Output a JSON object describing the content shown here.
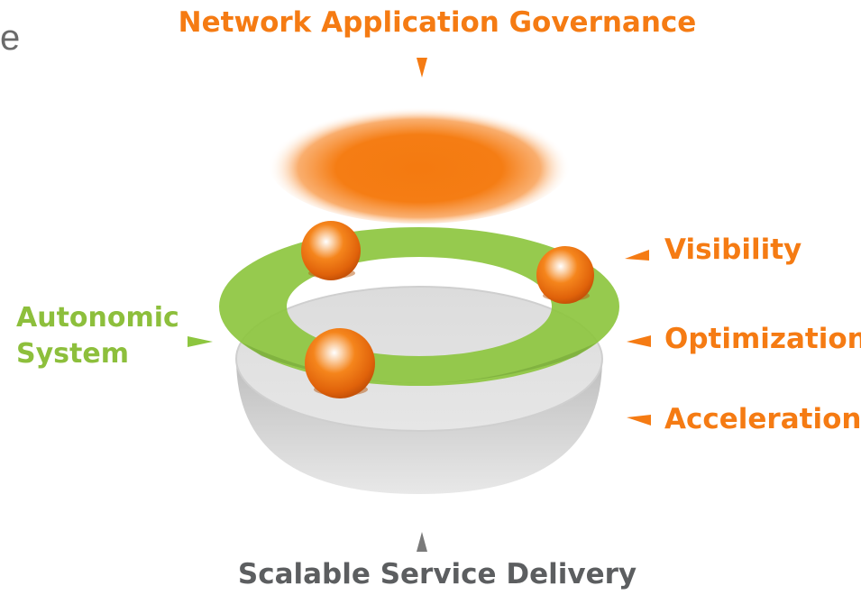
{
  "fragment_text": "e",
  "top_title": "Network Application Governance",
  "bottom_title": "Scalable Service Delivery",
  "left_label": {
    "line1": "Autonomic",
    "line2": "System"
  },
  "right_labels": [
    "Visibility",
    "Optimization",
    "Acceleration"
  ],
  "colors": {
    "orange": "#f57b13",
    "green": "#8dc63f",
    "gray_text": "#5c5e60",
    "bowl": "#d9d9d9"
  }
}
